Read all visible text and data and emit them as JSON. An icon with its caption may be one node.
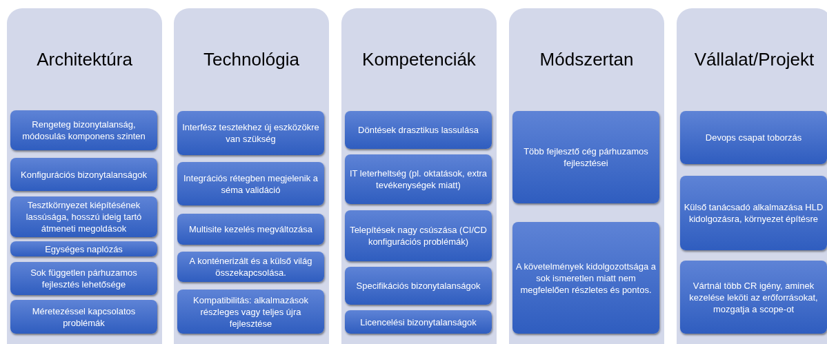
{
  "diagram": {
    "nodes": [
      {
        "text": [
          "Architektúra"
        ]
      },
      {
        "text": [
          "Rengeteg bizonytalanság, módosulás komponens szinten"
        ],
        "in": 0
      },
      {
        "text": [
          "Konfigurációs bizonytalanságok"
        ],
        "in": 0
      },
      {
        "text": [
          "Tesztkörnyezet kiépítésének lassúsága, hosszú ideig tartó átmeneti megoldások"
        ],
        "in": 0
      },
      {
        "text": [
          "Egységes naplózás"
        ],
        "in": 0
      },
      {
        "text": [
          "Sok független párhuzamos fejlesztés lehetősége"
        ],
        "in": 0
      },
      {
        "text": [
          "Méretezéssel kapcsolatos problémák"
        ],
        "in": 0
      },
      {
        "text": [
          "Technológia"
        ]
      },
      {
        "text": [
          "Interfész tesztekhez új eszközökre van szükség"
        ],
        "in": 7
      },
      {
        "text": [
          "Integrációs rétegben megjelenik a séma validáció"
        ],
        "in": 7
      },
      {
        "text": [
          "Multisite kezelés megváltozása"
        ],
        "in": 7
      },
      {
        "text": [
          "A konténerizált és a külső világ összekapcsolása."
        ],
        "in": 7
      },
      {
        "text": [
          "Kompatibilitás: alkalmazások részleges vagy teljes újra fejlesztése"
        ],
        "in": 7
      },
      {
        "text": [
          "Kompetenciák"
        ]
      },
      {
        "text": [
          "Döntések drasztikus lassulása"
        ],
        "in": 13
      },
      {
        "text": [
          "IT leterheltség (pl. oktatások, extra tevékenységek miatt)"
        ],
        "in": 13
      },
      {
        "text": [
          "Telepítések nagy csúszása (CI/CD konfigurációs problémák)"
        ],
        "in": 13
      },
      {
        "text": [
          "Specifikációs bizonytalanságok"
        ],
        "in": 13
      },
      {
        "text": [
          "Licencelési bizonytalanságok"
        ],
        "in": 13
      },
      {
        "text": [
          "Módszertan"
        ]
      },
      {
        "text": [
          "Több fejlesztő cég párhuzamos fejlesztései"
        ],
        "in": 19
      },
      {
        "text": [
          "A követelmények kidolgozottsága a sok ismeretlen miatt nem megfelelően részletes és pontos."
        ],
        "in": 19
      },
      {
        "text": [
          "Vállalat/Projekt"
        ]
      },
      {
        "text": [
          "Devops csapat toborzás"
        ],
        "in": 22
      },
      {
        "text": [
          "Külső tanácsadó alkalmazása HLD kidolgozásra, környezet építésre"
        ],
        "in": 22
      },
      {
        "text": [
          "Vártnál több CR igény, aminek kezelése leköti az erőforrásokat, mozgatja a scope-ot"
        ],
        "in": 22
      }
    ]
  }
}
